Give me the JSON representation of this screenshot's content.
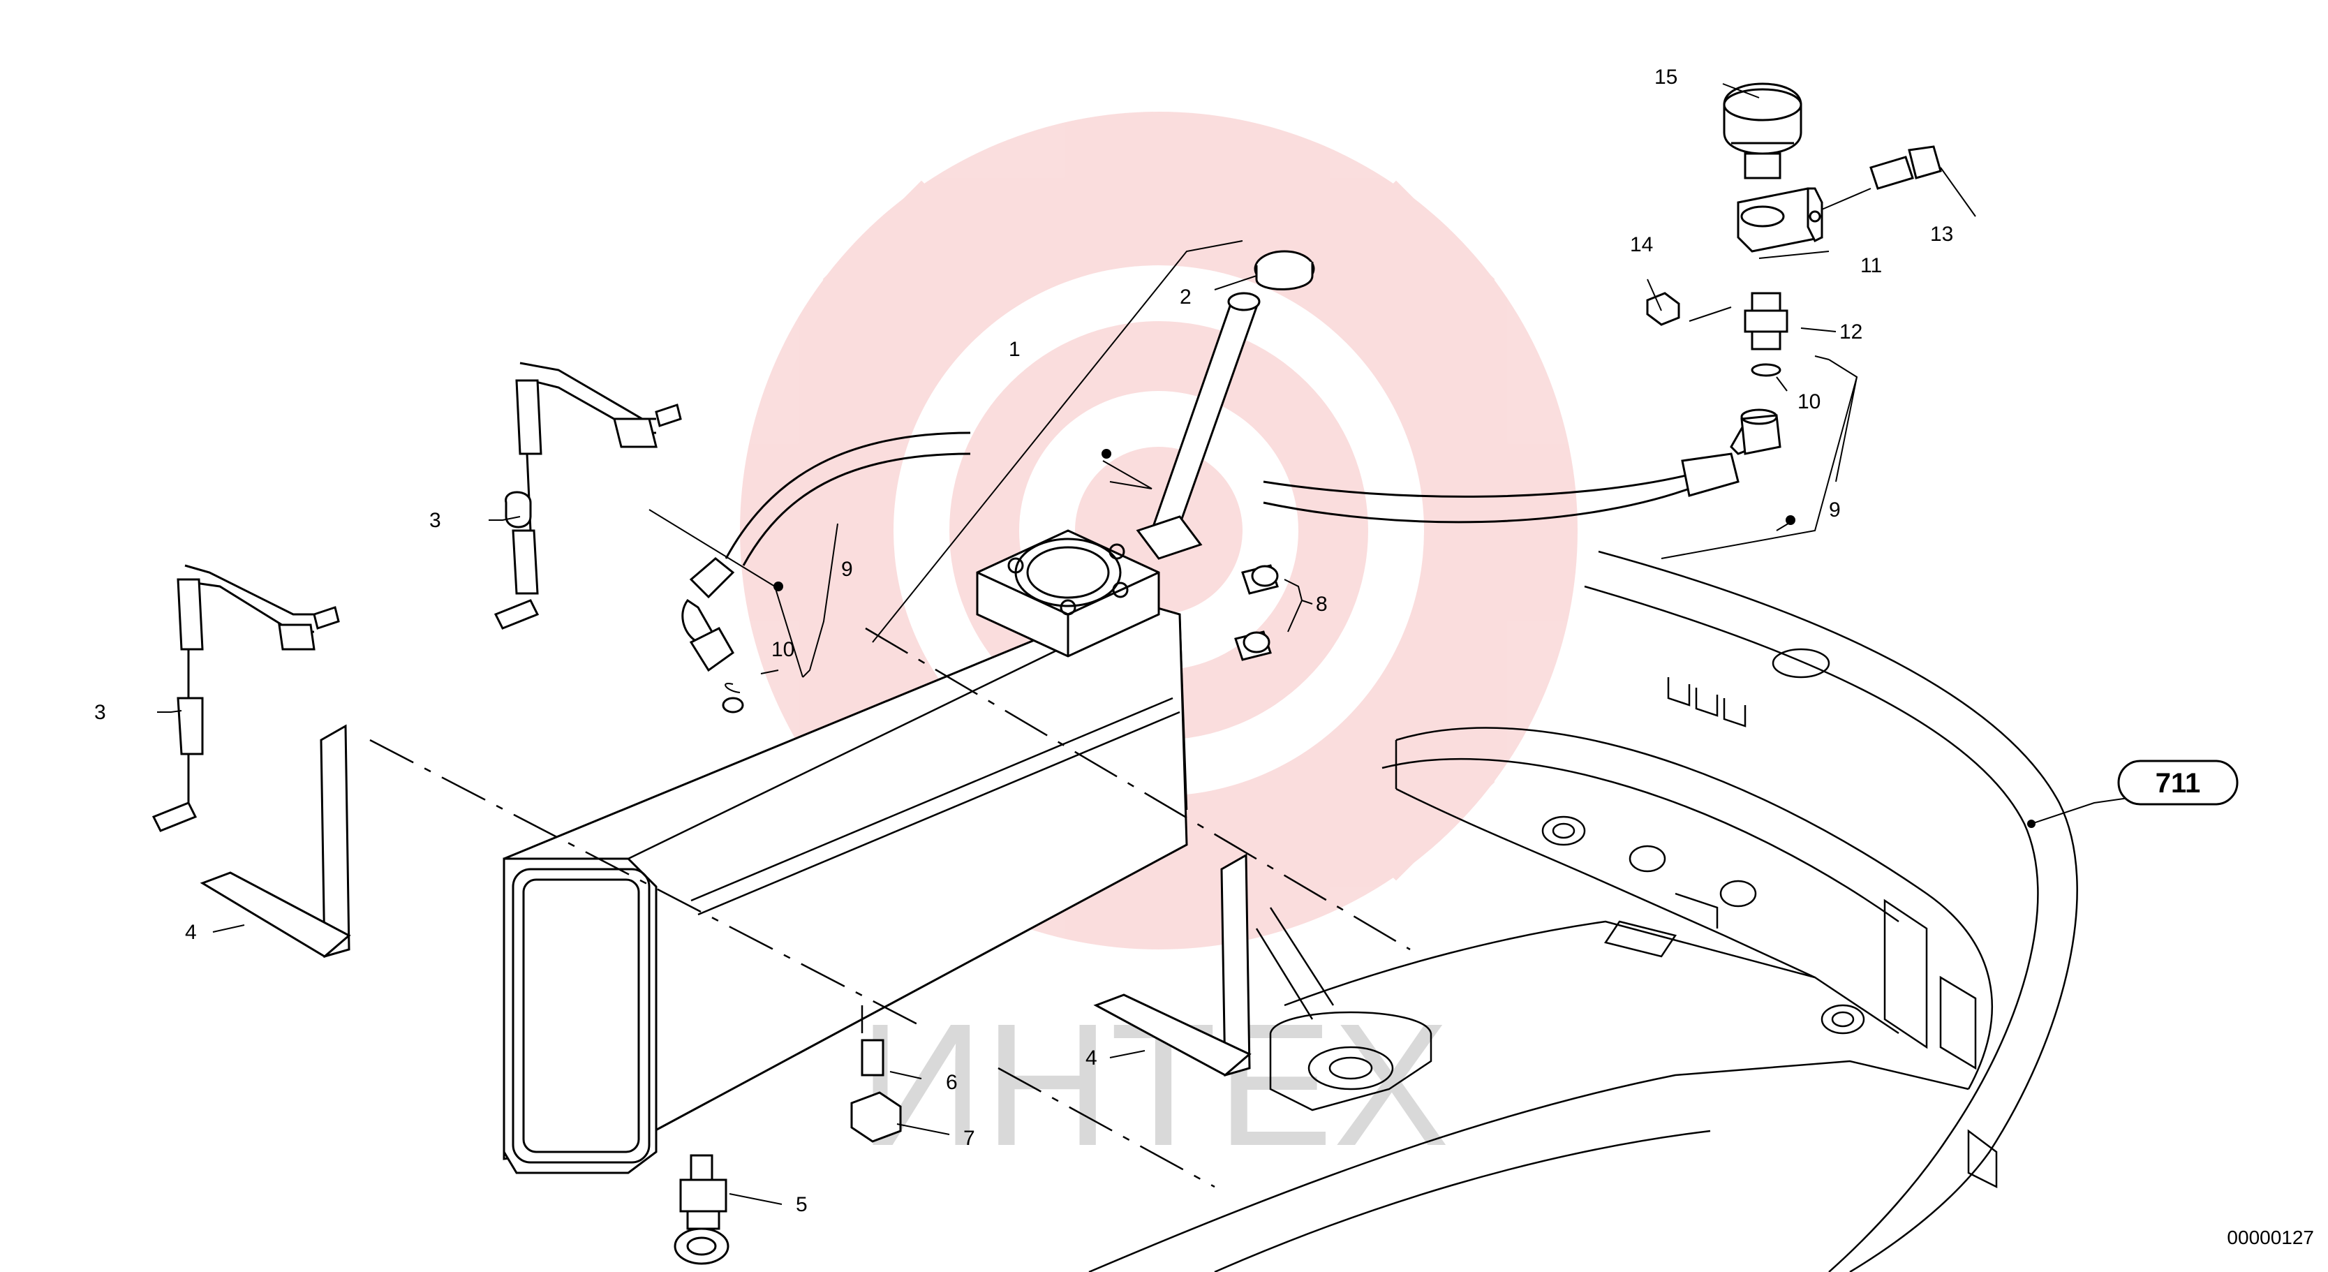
{
  "callouts": [
    "1",
    "2",
    "3",
    "3",
    "4",
    "4",
    "5",
    "6",
    "7",
    "8",
    "9",
    "9",
    "10",
    "10",
    "11",
    "12",
    "13",
    "14",
    "15"
  ],
  "reference_group": "711",
  "drawing_number": "00000127",
  "watermark": {
    "text": "ИНТЕХ",
    "color": "#f4b6b6"
  }
}
